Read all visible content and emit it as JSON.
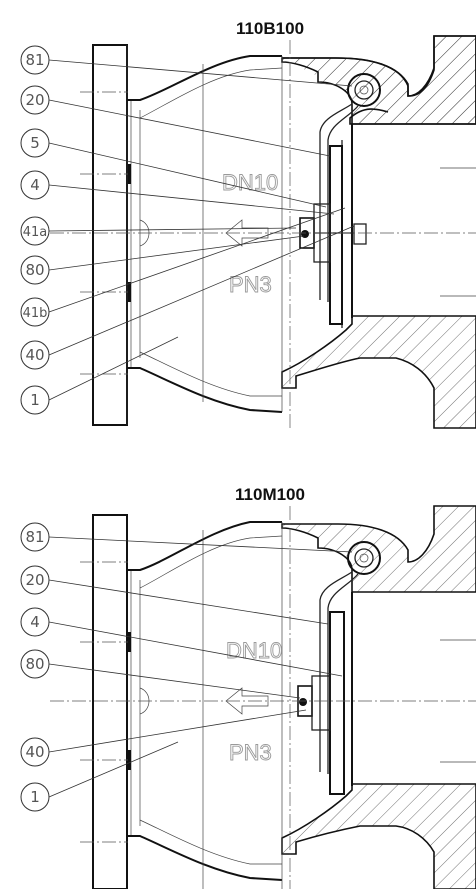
{
  "views": [
    {
      "title": "110B100",
      "watermark_top": "DN10",
      "watermark_bottom": "PN3",
      "balloons": [
        "81",
        "20",
        "5",
        "4",
        "41a",
        "80",
        "41b",
        "40",
        "1"
      ]
    },
    {
      "title": "110M100",
      "watermark_top": "DN10",
      "watermark_bottom": "PN3",
      "balloons": [
        "81",
        "20",
        "4",
        "80",
        "40",
        "1"
      ]
    }
  ]
}
